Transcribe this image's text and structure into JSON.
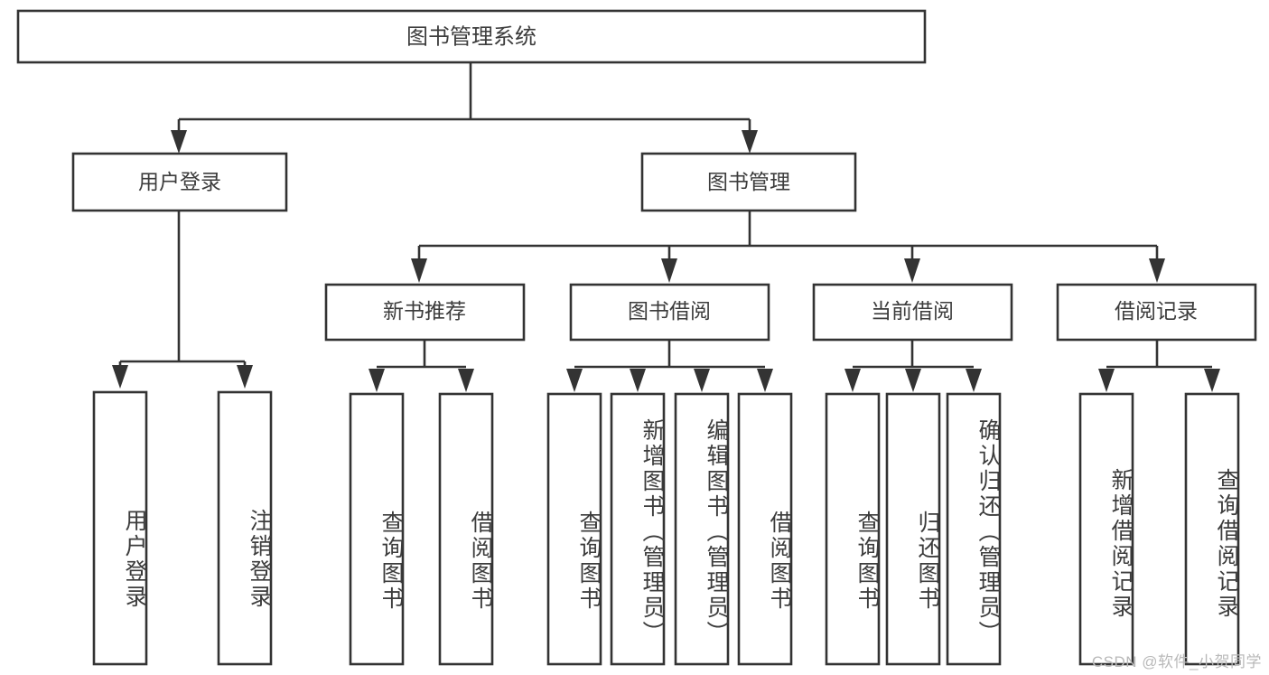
{
  "diagram": {
    "type": "tree-hierarchy",
    "title_node": {
      "id": "root",
      "label": "图书管理系统"
    },
    "level2": [
      {
        "id": "user-login",
        "label": "用户登录"
      },
      {
        "id": "book-management",
        "label": "图书管理"
      }
    ],
    "level3": [
      {
        "id": "new-book-recommend",
        "label": "新书推荐",
        "parent": "book-management"
      },
      {
        "id": "book-borrow",
        "label": "图书借阅",
        "parent": "book-management"
      },
      {
        "id": "current-borrow",
        "label": "当前借阅",
        "parent": "book-management"
      },
      {
        "id": "borrow-record",
        "label": "借阅记录",
        "parent": "book-management"
      }
    ],
    "leaves": [
      {
        "id": "leaf-user-login",
        "label": "用户登录",
        "parent": "user-login"
      },
      {
        "id": "leaf-logout-login",
        "label": "注销登录",
        "parent": "user-login"
      },
      {
        "id": "leaf-query-book-1",
        "label": "查询图书",
        "parent": "new-book-recommend"
      },
      {
        "id": "leaf-borrow-book-1",
        "label": "借阅图书",
        "parent": "new-book-recommend"
      },
      {
        "id": "leaf-query-book-2",
        "label": "查询图书",
        "parent": "book-borrow"
      },
      {
        "id": "leaf-add-book",
        "label": "新增图书（管理员）",
        "parent": "book-borrow"
      },
      {
        "id": "leaf-edit-book",
        "label": "编辑图书（管理员）",
        "parent": "book-borrow"
      },
      {
        "id": "leaf-borrow-book-2",
        "label": "借阅图书",
        "parent": "book-borrow"
      },
      {
        "id": "leaf-query-book-3",
        "label": "查询图书",
        "parent": "current-borrow"
      },
      {
        "id": "leaf-return-book",
        "label": "归还图书",
        "parent": "current-borrow"
      },
      {
        "id": "leaf-confirm-return",
        "label": "确认归还（管理员）",
        "parent": "current-borrow"
      },
      {
        "id": "leaf-add-record",
        "label": "新增借阅记录",
        "parent": "borrow-record"
      },
      {
        "id": "leaf-query-record",
        "label": "查询借阅记录",
        "parent": "borrow-record"
      }
    ],
    "colors": {
      "box_stroke": "#333333",
      "box_fill": "#ffffff",
      "text": "#3c3c3c",
      "background": "#ffffff",
      "watermark": "#b9b9b9"
    }
  },
  "watermark": {
    "text": "CSDN @软件_小贺同学"
  }
}
